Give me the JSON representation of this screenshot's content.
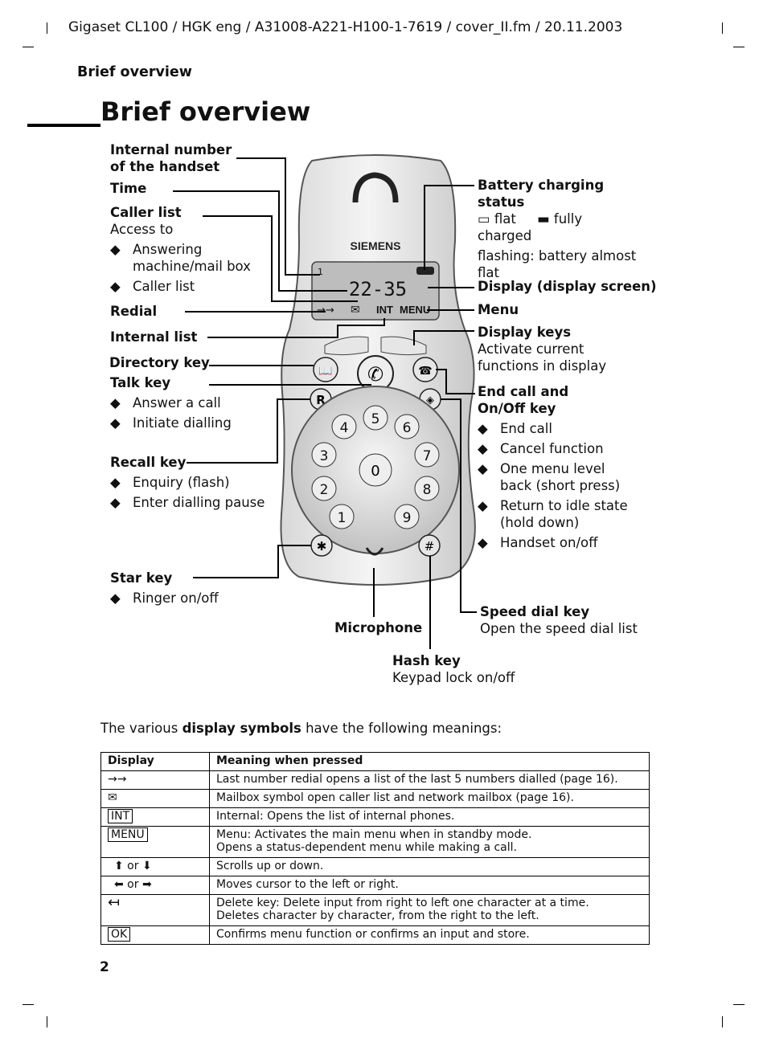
{
  "header": {
    "file_info": "Gigaset CL100 / HGK eng / A31008-A221-H100-1-7619 / cover_II.fm / 20.11.2003"
  },
  "running_head": "Brief overview",
  "page_title": "Brief overview",
  "phone": {
    "brand": "SIEMENS",
    "time": "22-35",
    "soft_int": "INT",
    "soft_menu": "MENU",
    "handset_number": "1"
  },
  "left_labels": {
    "internal_number": "Internal number\nof the handset",
    "time": "Time",
    "caller_list": "Caller list",
    "caller_list_desc": "Access to",
    "caller_list_items": [
      "Answering machine/mail box",
      "Caller list"
    ],
    "redial": "Redial",
    "internal_list": "Internal list",
    "directory_key": "Directory key",
    "talk_key": "Talk key",
    "talk_items": [
      "Answer a call",
      "Initiate dialling"
    ],
    "recall_key": "Recall key",
    "recall_items": [
      "Enquiry (flash)",
      "Enter dialling pause"
    ],
    "star_key": "Star key",
    "star_items": [
      "Ringer on/off"
    ]
  },
  "right_labels": {
    "battery": "Battery charging status",
    "battery_flat": "flat",
    "battery_full": "fully charged",
    "battery_flash": "flashing: battery almost flat",
    "display": "Display (display screen)",
    "menu": "Menu",
    "display_keys": "Display keys",
    "display_keys_desc": "Activate current functions in display",
    "end_call": "End call and\nOn/Off key",
    "end_items": [
      "End call",
      "Cancel function",
      "One menu level back (short press)",
      "Return to idle state (hold down)",
      "Handset on/off"
    ],
    "speed_dial": "Speed dial key",
    "speed_dial_desc": "Open the speed dial list",
    "microphone": "Microphone",
    "hash_key": "Hash key",
    "hash_desc": "Keypad lock on/off"
  },
  "intro": {
    "pre": "The various ",
    "bold": "display symbols",
    "post": " have the following meanings:"
  },
  "table": {
    "headers": [
      "Display",
      "Meaning when pressed"
    ],
    "rows": [
      {
        "symbol": "→→",
        "meaning": "Last number redial opens a list of the last 5 numbers dialled (page 16)."
      },
      {
        "symbol": "✉",
        "meaning": "Mailbox symbol open caller list and network mailbox (page 16)."
      },
      {
        "symbol": "INT",
        "meaning": "Internal: Opens the list of internal phones."
      },
      {
        "symbol": "MENU",
        "meaning": "Menu: Activates the main menu when in standby mode.\nOpens a status-dependent menu while making a call."
      },
      {
        "symbol": "⬆ or ⬇",
        "meaning": "Scrolls up or down."
      },
      {
        "symbol": "⬅ or ➡",
        "meaning": "Moves cursor to the left or right."
      },
      {
        "symbol": "↤",
        "meaning": "Delete key: Delete input from right to left one character at a time.\nDeletes character by character, from the right to the left."
      },
      {
        "symbol": "OK",
        "meaning": "Confirms menu function or confirms an input and store."
      }
    ],
    "or_word": "or"
  },
  "page_number": "2"
}
